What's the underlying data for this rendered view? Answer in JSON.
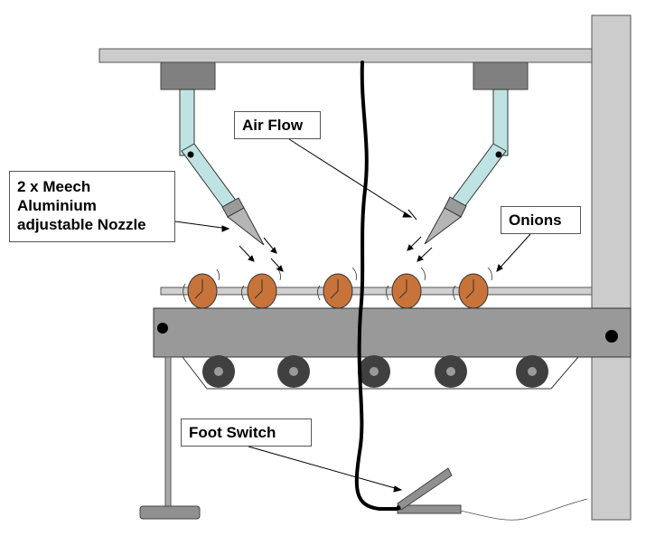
{
  "labels": {
    "nozzle": {
      "lines": [
        "2 x Meech",
        "Aluminium",
        "adjustable Nozzle"
      ]
    },
    "air_flow": "Air Flow",
    "onions": "Onions",
    "foot_switch": "Foot Switch"
  },
  "colors": {
    "frame": "#cccccc",
    "frame_dark": "#999999",
    "mount": "#808080",
    "pipe": "#bfe3e3",
    "nozzle": "#a9a9a9",
    "onion": "#c8733a",
    "roller_outer": "#404040",
    "roller_inner": "#9a9a9a",
    "hose": "#000000"
  },
  "counts": {
    "onions": 5,
    "rollers": 5
  }
}
